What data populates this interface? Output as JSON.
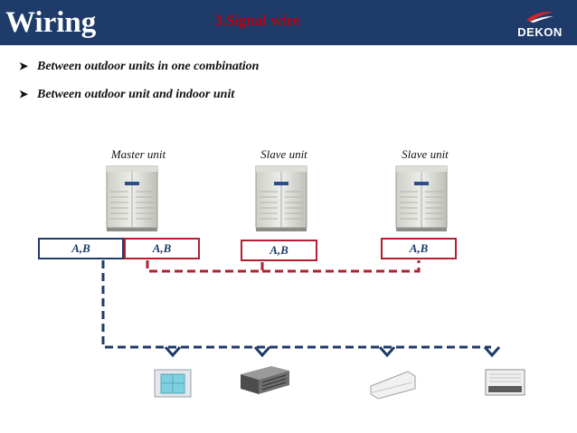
{
  "header": {
    "title": "Wiring",
    "section": "3.Signal wire",
    "logo_text": "DEKON",
    "background": "#1f3b6a",
    "section_color": "#c0000f"
  },
  "bullets": [
    "Between outdoor units in one combination",
    "Between outdoor unit and indoor unit"
  ],
  "units": [
    {
      "label": "Master unit"
    },
    {
      "label": "Slave unit"
    },
    {
      "label": "Slave unit"
    }
  ],
  "terminals": [
    "A,B",
    "A,B",
    "A,B",
    "A,B"
  ],
  "indoor_units": [
    "cassette-unit-icon",
    "ducted-unit-icon",
    "wall-mounted-unit-icon",
    "ceiling-unit-icon"
  ],
  "colors": {
    "outdoor_link": "#b02030",
    "indoor_link": "#1f3b6a"
  }
}
